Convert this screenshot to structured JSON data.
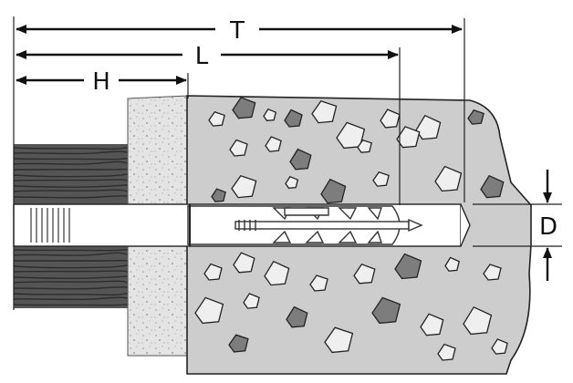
{
  "dimensions": {
    "total_length": "T",
    "anchor_length": "L",
    "fixture_thickness": "H",
    "hole_diameter": "D"
  },
  "colors": {
    "outline": "#222222",
    "concrete": "#cfcfcf",
    "plaster": "#e2e2e2",
    "wood": "#5a5a5a",
    "aggregate_light": "#efefef",
    "aggregate_dark": "#7d7d7d",
    "background": "#ffffff"
  }
}
